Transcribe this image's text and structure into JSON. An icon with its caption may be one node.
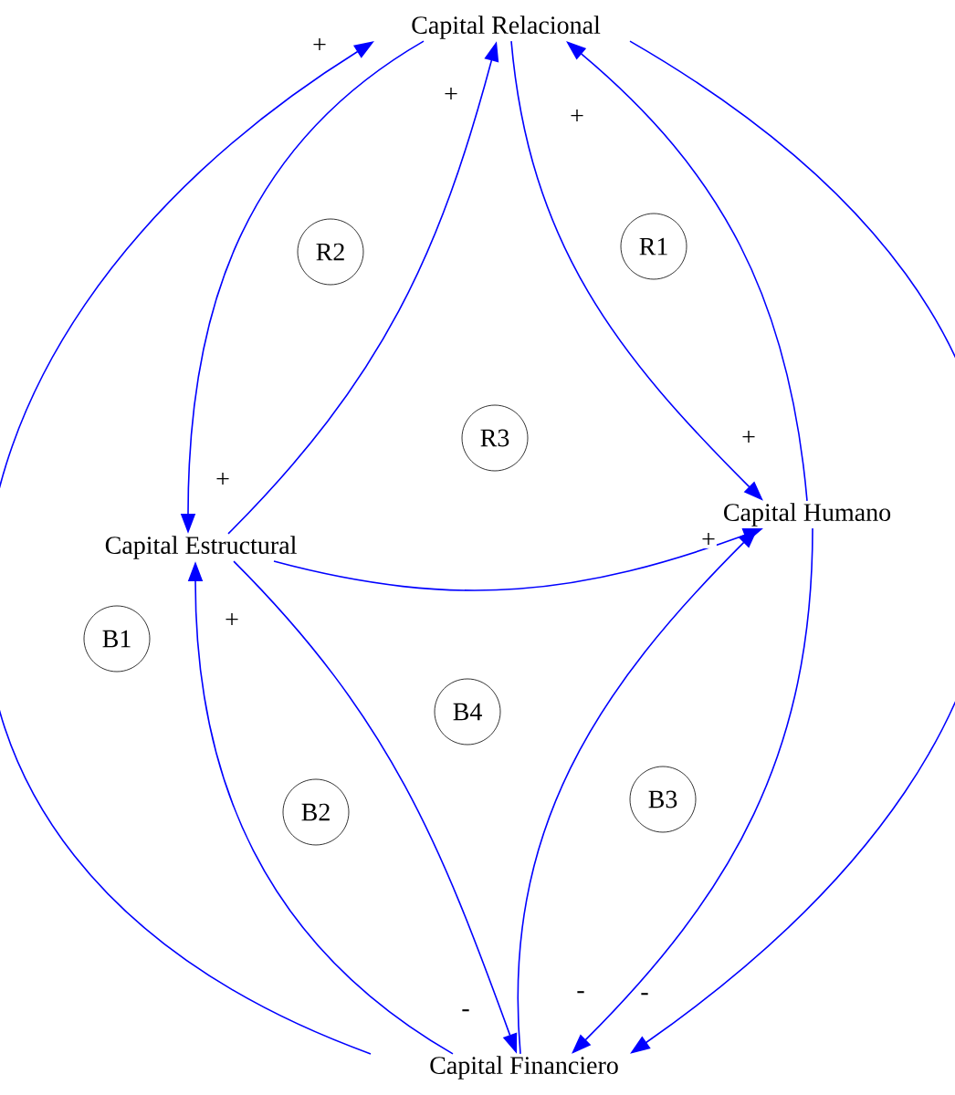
{
  "diagram": {
    "nodes": [
      {
        "text": [
          "Capital Relacional"
        ]
      },
      {
        "text": [
          "R2"
        ]
      },
      {
        "text": [
          "R1"
        ]
      },
      {
        "text": [
          "R3"
        ]
      },
      {
        "text": [
          "Capital Humano"
        ]
      },
      {
        "text": [
          "Capital Estructural"
        ]
      },
      {
        "text": [
          "B1"
        ]
      },
      {
        "text": [
          "B4"
        ]
      },
      {
        "text": [
          "B2"
        ]
      },
      {
        "text": [
          "B3"
        ]
      },
      {
        "text": [
          "Capital Financiero"
        ]
      }
    ],
    "edges": [
      {
        "from": 10,
        "to": 0,
        "arrow": "to",
        "label": "+"
      },
      {
        "from": 0,
        "to": 5,
        "arrow": "to",
        "label": "+"
      },
      {
        "from": 5,
        "to": 0,
        "arrow": "to",
        "label": "+"
      },
      {
        "from": 0,
        "to": 4,
        "arrow": "to",
        "label": "+"
      },
      {
        "from": 4,
        "to": 0,
        "arrow": "to",
        "label": "+"
      },
      {
        "from": 0,
        "to": 10,
        "arrow": "to",
        "label": "-"
      },
      {
        "from": 5,
        "to": 4,
        "arrow": "to",
        "label": "+"
      },
      {
        "from": 10,
        "to": 5,
        "arrow": "to",
        "label": "+"
      },
      {
        "from": 5,
        "to": 10,
        "arrow": "to",
        "label": "-"
      },
      {
        "from": 10,
        "to": 4,
        "arrow": "to"
      },
      {
        "from": 4,
        "to": 10,
        "arrow": "to",
        "label": "-"
      }
    ]
  }
}
